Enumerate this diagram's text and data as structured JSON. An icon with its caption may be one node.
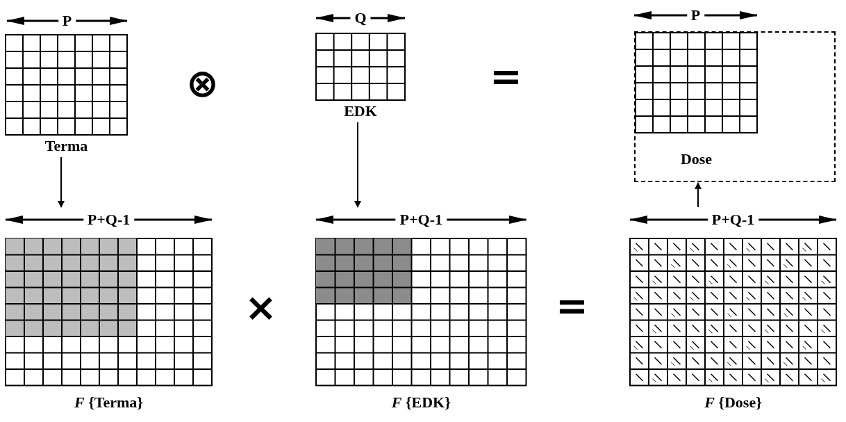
{
  "diagram": {
    "nodes": [
      {
        "text": [
          "Terma"
        ]
      },
      {
        "text": [
          "EDK"
        ]
      },
      {
        "text": [],
        "shape": "box"
      },
      {
        "text": [
          "Dose"
        ],
        "in": 2
      },
      {
        "text": [
          "*F* {Terma}"
        ]
      },
      {
        "text": [
          "*F* {EDK}"
        ]
      },
      {
        "text": [
          "*F* {Dose}"
        ]
      }
    ],
    "edges": [
      {
        "from": 0,
        "to": 4,
        "arrow": "to"
      },
      {
        "from": 1,
        "to": 5,
        "arrow": "to"
      },
      {
        "from": 6,
        "to": 2,
        "arrow": "to"
      }
    ],
    "labels": [
      "P",
      "⊗",
      "Q",
      "=",
      "P",
      "P+Q-1",
      "P+Q-1",
      "P+Q-1",
      "×",
      "="
    ]
  }
}
